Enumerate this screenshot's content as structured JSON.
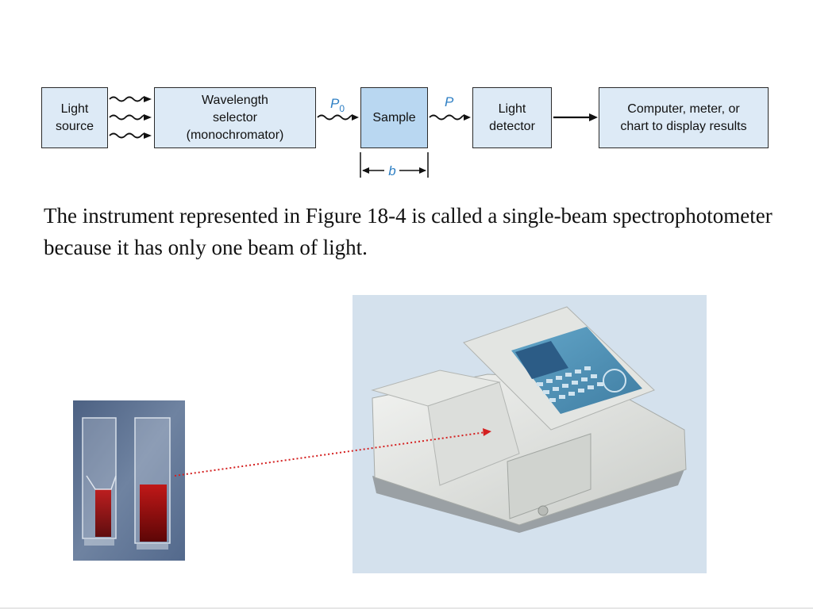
{
  "diagram": {
    "light_source": "Light\nsource",
    "wavelength_selector": "Wavelength\nselector\n(monochromator)",
    "sample": "Sample",
    "light_detector": "Light\ndetector",
    "display": "Computer, meter, or\nchart to display results",
    "p0_letter": "P",
    "p0_subscript": "0",
    "p_label": "P",
    "b_label": "b",
    "accent_color": "#2e7fc4",
    "box_fill": "#ddeaf6",
    "sample_fill": "#b9d7f1"
  },
  "caption": "The instrument represented in Figure 18-4 is called a single-beam spectrophotometer because it has only one beam of light.",
  "photos": {
    "cuvettes": "cuvette-photo",
    "spectrophotometer": "spectrophotometer-photo",
    "arrow_color": "#d42020"
  }
}
